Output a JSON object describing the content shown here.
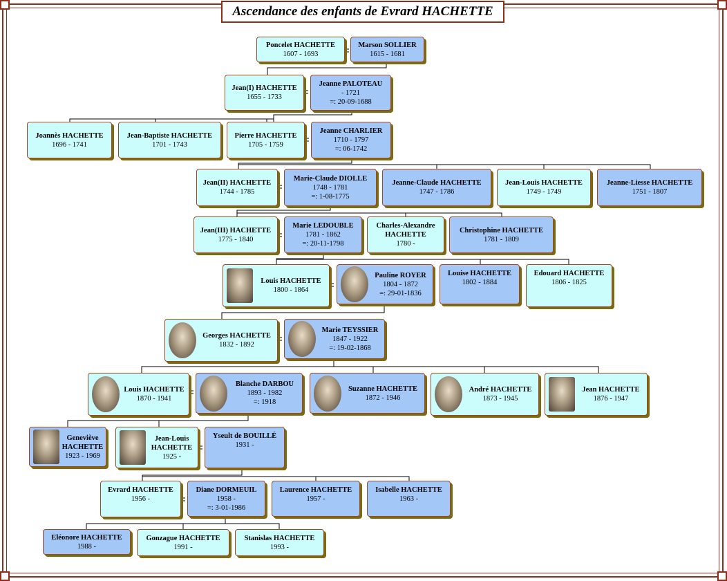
{
  "title": "Ascendance des enfants de Evrard HACHETTE",
  "colors": {
    "male": "#ccfdfd",
    "female": "#a3c7f7",
    "frame": "#8b2e1a",
    "line": "#000000"
  },
  "persons": {
    "p1": {
      "name": "Poncelet HACHETTE",
      "dates": "1607 - 1693"
    },
    "p2": {
      "name": "Marson SOLLIER",
      "dates": "1615 - 1681"
    },
    "p3": {
      "name": "Jean(I) HACHETTE",
      "dates": "1655 - 1733"
    },
    "p4": {
      "name": "Jeanne PALOTEAU",
      "dates": "- 1721",
      "marriage": "=: 20-09-1688"
    },
    "p5": {
      "name": "Joannès HACHETTE",
      "dates": "1696 - 1741"
    },
    "p6": {
      "name": "Jean-Baptiste HACHETTE",
      "dates": "1701 - 1743"
    },
    "p7": {
      "name": "Pierre HACHETTE",
      "dates": "1705 - 1759"
    },
    "p8": {
      "name": "Jeanne CHARLIER",
      "dates": "1710 - 1797",
      "marriage": "=: 06-1742"
    },
    "p9": {
      "name": "Jean(II) HACHETTE",
      "dates": "1744 - 1785"
    },
    "p10": {
      "name": "Marie-Claude DIOLLE",
      "dates": "1748 - 1781",
      "marriage": "=: 1-08-1775"
    },
    "p11": {
      "name": "Jeanne-Claude HACHETTE",
      "dates": "1747 - 1786"
    },
    "p12": {
      "name": "Jean-Louis HACHETTE",
      "dates": "1749 - 1749"
    },
    "p13": {
      "name": "Jeanne-Liesse HACHETTE",
      "dates": "1751 - 1807"
    },
    "p14": {
      "name": "Jean(III) HACHETTE",
      "dates": "1775 - 1840"
    },
    "p15": {
      "name": "Marie LEDOUBLE",
      "dates": "1781 - 1862",
      "marriage": "=: 20-11-1798"
    },
    "p16": {
      "name": "Charles-Alexandre HACHETTE",
      "dates": "1780 -"
    },
    "p17": {
      "name": "Christophine HACHETTE",
      "dates": "1781 - 1809"
    },
    "p18": {
      "name": "Louis HACHETTE",
      "dates": "1800 - 1864"
    },
    "p19": {
      "name": "Pauline ROYER",
      "dates": "1804 - 1872",
      "marriage": "=: 29-01-1836"
    },
    "p20": {
      "name": "Louise HACHETTE",
      "dates": "1802 - 1884"
    },
    "p21": {
      "name": "Edouard HACHETTE",
      "dates": "1806 - 1825"
    },
    "p22": {
      "name": "Georges HACHETTE",
      "dates": "1832 - 1892"
    },
    "p23": {
      "name": "Marie TEYSSIER",
      "dates": "1847 - 1922",
      "marriage": "=: 19-02-1868"
    },
    "p24": {
      "name": "Louis HACHETTE",
      "dates": "1870 - 1941"
    },
    "p25": {
      "name": "Blanche DARBOU",
      "dates": "1893 - 1982",
      "marriage": "=: 1918"
    },
    "p26": {
      "name": "Suzanne HACHETTE",
      "dates": "1872 - 1946"
    },
    "p27": {
      "name": "André HACHETTE",
      "dates": "1873 - 1945"
    },
    "p28": {
      "name": "Jean HACHETTE",
      "dates": "1876 - 1947"
    },
    "p29": {
      "name": "Geneviève HACHETTE",
      "dates": "1923 - 1969"
    },
    "p30": {
      "name": "Jean-Louis HACHETTE",
      "dates": "1925 -"
    },
    "p31": {
      "name": "Yseult de BOUILLÉ",
      "dates": "1931 -"
    },
    "p32": {
      "name": "Evrard HACHETTE",
      "dates": "1956 -"
    },
    "p33": {
      "name": "Diane DORMEUIL",
      "dates": "1958 -",
      "marriage": "=: 3-01-1986"
    },
    "p34": {
      "name": "Laurence HACHETTE",
      "dates": "1957 -"
    },
    "p35": {
      "name": "Isabelle HACHETTE",
      "dates": "1963 -"
    },
    "p36": {
      "name": "Eléonore HACHETTE",
      "dates": "1988 -"
    },
    "p37": {
      "name": "Gonzague HACHETTE",
      "dates": "1991 -"
    },
    "p38": {
      "name": "Stanislas HACHETTE",
      "dates": "1993 -"
    }
  }
}
